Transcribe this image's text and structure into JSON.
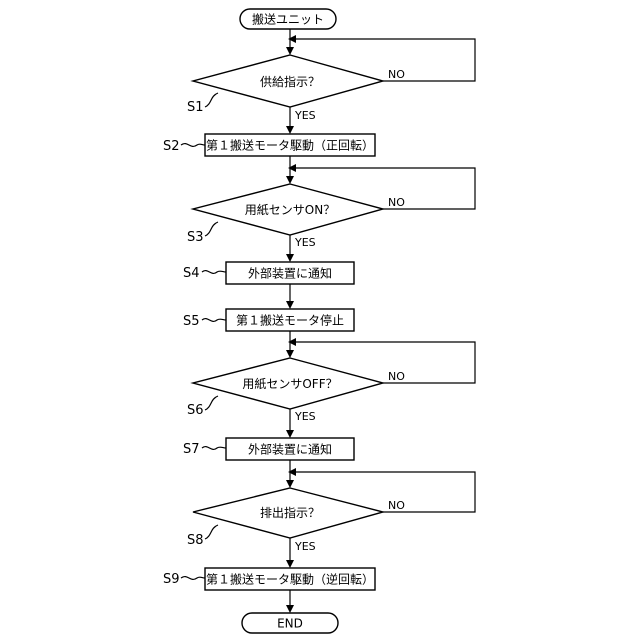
{
  "flowchart": {
    "start": "搬送ユニット",
    "end": "END",
    "yes_label": "YES",
    "no_label": "NO",
    "steps": [
      {
        "id": "S1",
        "type": "decision",
        "text": "供給指示？"
      },
      {
        "id": "S2",
        "type": "process",
        "text": "第１搬送モータ駆動（正回転）"
      },
      {
        "id": "S3",
        "type": "decision",
        "text": "用紙センサON？"
      },
      {
        "id": "S4",
        "type": "process",
        "text": "外部装置に通知"
      },
      {
        "id": "S5",
        "type": "process",
        "text": "第１搬送モータ停止"
      },
      {
        "id": "S6",
        "type": "decision",
        "text": "用紙センサOFF？"
      },
      {
        "id": "S7",
        "type": "process",
        "text": "外部装置に通知"
      },
      {
        "id": "S8",
        "type": "decision",
        "text": "排出指示？"
      },
      {
        "id": "S9",
        "type": "process",
        "text": "第１搬送モータ駆動（逆回転）"
      }
    ]
  }
}
